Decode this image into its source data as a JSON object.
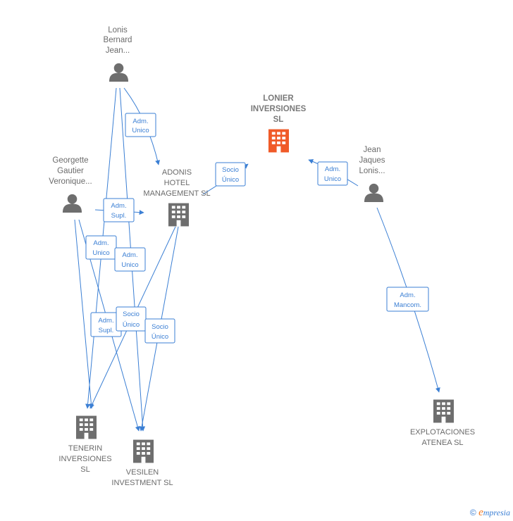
{
  "nodes": {
    "lonis_bernard": {
      "lines": [
        "Lonis",
        "Bernard",
        "Jean..."
      ],
      "kind": "person"
    },
    "georgette": {
      "lines": [
        "Georgette",
        "Gautier",
        "Veronique..."
      ],
      "kind": "person"
    },
    "jean_jaques": {
      "lines": [
        "Jean",
        "Jaques",
        "Lonis..."
      ],
      "kind": "person"
    },
    "adonis": {
      "lines": [
        "ADONIS",
        "HOTEL",
        "MANAGEMENT SL"
      ],
      "kind": "company"
    },
    "lonier": {
      "lines": [
        "LONIER",
        "INVERSIONES",
        "SL"
      ],
      "kind": "company-focus"
    },
    "tenerin": {
      "lines": [
        "TENERIN",
        "INVERSIONES",
        "SL"
      ],
      "kind": "company"
    },
    "vesilen": {
      "lines": [
        "VESILEN",
        "INVESTMENT SL"
      ],
      "kind": "company"
    },
    "explotaciones": {
      "lines": [
        "EXPLOTACIONES",
        "ATENEA  SL"
      ],
      "kind": "company"
    }
  },
  "edges": {
    "e1": [
      "Adm.",
      "Unico"
    ],
    "e2": [
      "Socio",
      "Único"
    ],
    "e3": [
      "Adm.",
      "Unico"
    ],
    "e4": [
      "Adm.",
      "Supl."
    ],
    "e5": [
      "Adm.",
      "Unico"
    ],
    "e6": [
      "Adm.",
      "Unico"
    ],
    "e7": [
      "Adm.",
      "Supl."
    ],
    "e8": [
      "Socio",
      "Único"
    ],
    "e9": [
      "Socio",
      "Único"
    ],
    "e10": [
      "Adm.",
      "Mancom."
    ]
  },
  "colors": {
    "edge": "#3b7fd4",
    "icon": "#6e6e6e",
    "focus": "#f05a28"
  },
  "footer": {
    "copyright": "©",
    "brand_initial": "e",
    "brand_rest": "mpresia"
  }
}
